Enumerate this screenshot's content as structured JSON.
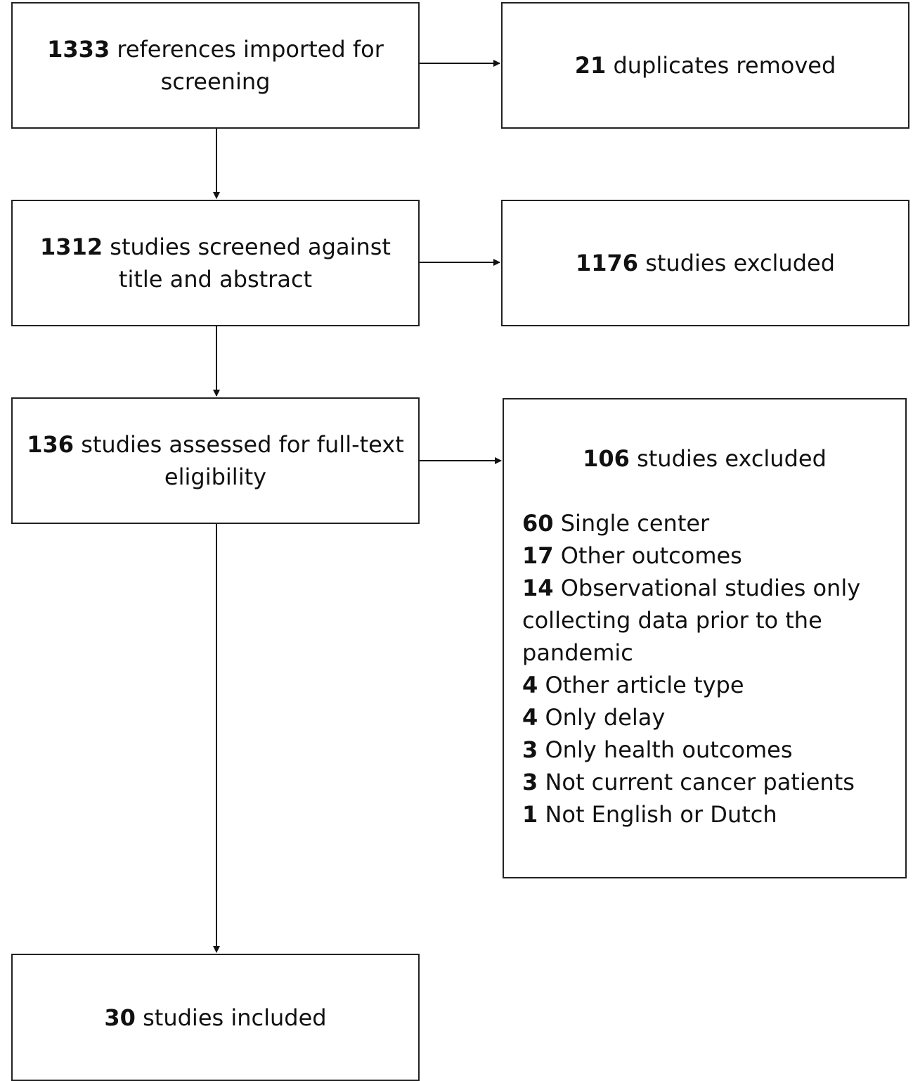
{
  "flow": {
    "steps": [
      {
        "count": "1333",
        "text": "references imported for screening"
      },
      {
        "count": "1312",
        "text": "studies screened against title and abstract"
      },
      {
        "count": "136",
        "text": "studies assessed for full-text eligibility"
      },
      {
        "count": "30",
        "text": "studies included"
      }
    ],
    "exclusions": [
      {
        "count": "21",
        "text": "duplicates removed"
      },
      {
        "count": "1176",
        "text": "studies excluded"
      },
      {
        "count": "106",
        "text": "studies excluded",
        "reasons": [
          {
            "count": "60",
            "text": "Single center"
          },
          {
            "count": "17",
            "text": "Other outcomes"
          },
          {
            "count": "14",
            "text": "Observational studies only collecting data prior to the pandemic"
          },
          {
            "count": "4",
            "text": "Other article type"
          },
          {
            "count": "4",
            "text": "Only delay"
          },
          {
            "count": "3",
            "text": "Only health outcomes"
          },
          {
            "count": "3",
            "text": "Not current cancer patients"
          },
          {
            "count": "1",
            "text": "Not English or Dutch"
          }
        ]
      }
    ]
  }
}
